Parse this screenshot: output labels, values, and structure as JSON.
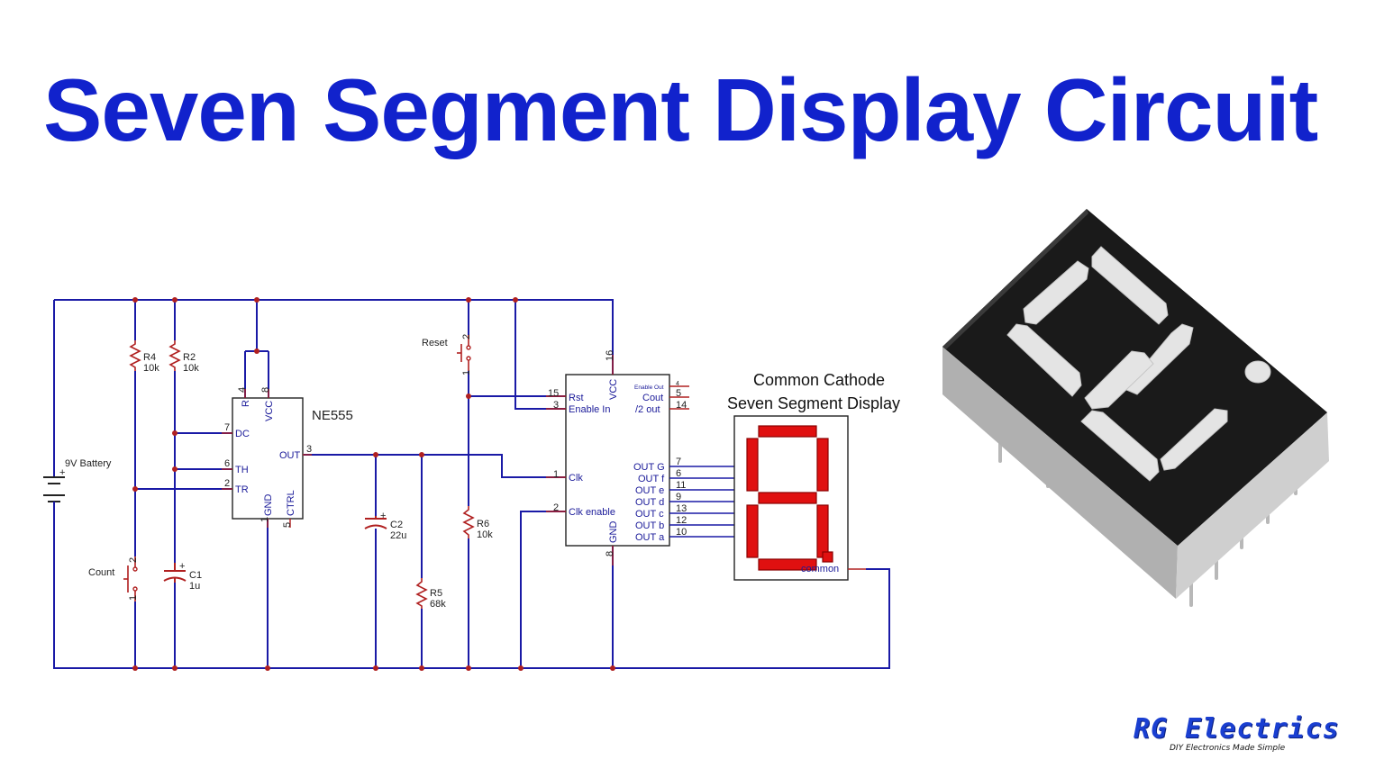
{
  "title": "Seven Segment Display Circuit",
  "brand": {
    "name": "RG Electrics",
    "tagline": "DIY Electronics Made Simple"
  },
  "colors": {
    "title": "#1122cc",
    "wire": "#1a1aa6",
    "component": "#b02020",
    "segment": "#e01010"
  },
  "components": {
    "battery": "9V Battery",
    "battery_plus": "+",
    "r4": {
      "name": "R4",
      "value": "10k"
    },
    "r2": {
      "name": "R2",
      "value": "10k"
    },
    "r5": {
      "name": "R5",
      "value": "68k"
    },
    "r6": {
      "name": "R6",
      "value": "10k"
    },
    "c1": {
      "name": "C1",
      "value": "1u"
    },
    "c2": {
      "name": "C2",
      "value": "22u"
    },
    "c_plus": "+",
    "count_button": "Count",
    "reset_button": "Reset"
  },
  "ne555": {
    "name": "NE555",
    "pins": {
      "r": "R",
      "vcc": "VCC",
      "dc": "DC",
      "th": "TH",
      "tr": "TR",
      "gnd": "GND",
      "ctrl": "CTRL",
      "out": "OUT",
      "n4": "4",
      "n8": "8",
      "n7": "7",
      "n6": "6",
      "n2": "2",
      "n1": "1",
      "n5": "5",
      "n3": "3"
    }
  },
  "button_pins": {
    "one": "1",
    "two": "2"
  },
  "counter": {
    "pins_left": [
      {
        "num": "15",
        "label": "Rst"
      },
      {
        "num": "3",
        "label": "Enable In"
      },
      {
        "num": "1",
        "label": "Clk"
      },
      {
        "num": "2",
        "label": "Clk enable"
      }
    ],
    "vcc": "VCC",
    "vcc_num": "16",
    "gnd": "GND",
    "gnd_num": "8",
    "pins_right_top": [
      {
        "num": "4",
        "label": "Enable Out"
      },
      {
        "num": "5",
        "label": "Cout"
      },
      {
        "num": "14",
        "label": "/2 out"
      }
    ],
    "outputs": [
      {
        "num": "7",
        "label": "OUT G"
      },
      {
        "num": "6",
        "label": "OUT f"
      },
      {
        "num": "11",
        "label": "OUT e"
      },
      {
        "num": "9",
        "label": "OUT d"
      },
      {
        "num": "13",
        "label": "OUT c"
      },
      {
        "num": "12",
        "label": "OUT b"
      },
      {
        "num": "10",
        "label": "OUT a"
      }
    ]
  },
  "display": {
    "heading_line1": "Common Cathode",
    "heading_line2": "Seven Segment Display",
    "common": "common"
  }
}
